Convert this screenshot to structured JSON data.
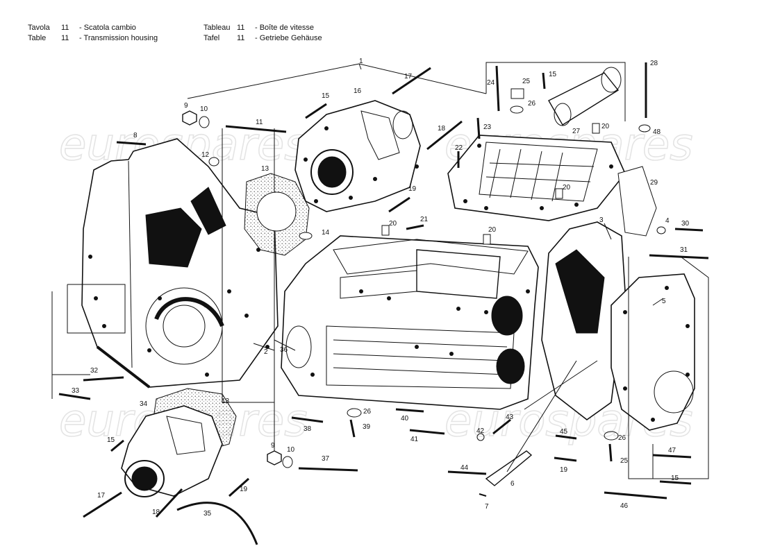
{
  "header": {
    "left": [
      {
        "lang": "Tavola",
        "num": "11",
        "title": "- Scatola cambio"
      },
      {
        "lang": "Table",
        "num": "11",
        "title": "- Transmission housing"
      }
    ],
    "right": [
      {
        "lang": "Tableau",
        "num": "11",
        "title": "- Boîte de vitesse"
      },
      {
        "lang": "Tafel",
        "num": "11",
        "title": "- Getriebe Gehäuse"
      }
    ]
  },
  "watermark": "eurospares",
  "callouts": {
    "c1": "1",
    "c2": "2",
    "c3": "3",
    "c4": "4",
    "c5": "5",
    "c6": "6",
    "c7": "7",
    "c8": "8",
    "c9a": "9",
    "c9b": "9",
    "c10a": "10",
    "c10b": "10",
    "c11": "11",
    "c12": "12",
    "c13a": "13",
    "c13b": "13",
    "c14": "14",
    "c15a": "15",
    "c15b": "15",
    "c15c": "15",
    "c15d": "15",
    "c16": "16",
    "c17a": "17",
    "c17b": "17",
    "c18a": "18",
    "c18b": "18",
    "c19a": "19",
    "c19b": "19",
    "c19c": "19",
    "c20a": "20",
    "c20b": "20",
    "c20c": "20",
    "c20d": "20",
    "c21": "21",
    "c22": "22",
    "c23": "23",
    "c24": "24",
    "c25a": "25",
    "c25b": "25",
    "c26a": "26",
    "c26b": "26",
    "c26c": "26",
    "c27": "27",
    "c28": "28",
    "c29": "29",
    "c30": "30",
    "c31": "31",
    "c32": "32",
    "c33": "33",
    "c34": "34",
    "c35": "35",
    "c36": "36",
    "c37": "37",
    "c38": "38",
    "c39": "39",
    "c40": "40",
    "c41": "41",
    "c42": "42",
    "c43": "43",
    "c44": "44",
    "c45": "45",
    "c46": "46",
    "c47": "47",
    "c48": "48"
  }
}
